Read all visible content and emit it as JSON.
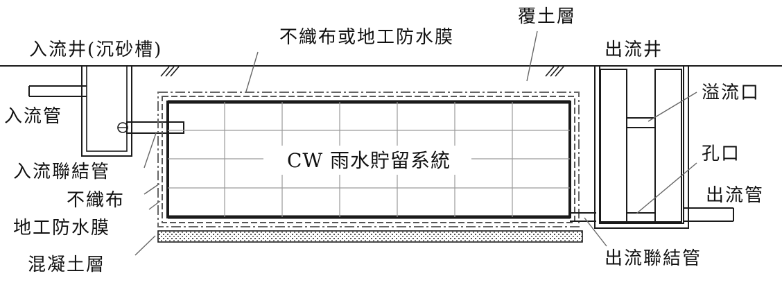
{
  "labels": {
    "cover_soil": "覆土層",
    "geotextile_or_membrane": "不織布或地工防水膜",
    "inflow_well": "入流井(沉砂槽)",
    "outflow_well": "出流井",
    "inflow_pipe": "入流管",
    "overflow_outlet": "溢流口",
    "orifice": "孔口",
    "outflow_pipe": "出流管",
    "inflow_connector": "入流聯結管",
    "nonwoven": "不織布",
    "geomembrane": "地工防水膜",
    "concrete_layer": "混凝土層",
    "outflow_connector": "出流聯結管",
    "system_name": "CW 雨水貯留系統"
  },
  "colors": {
    "ink": "#1a1a1a",
    "leader": "#666666",
    "hatch": "#1a1a1a"
  }
}
